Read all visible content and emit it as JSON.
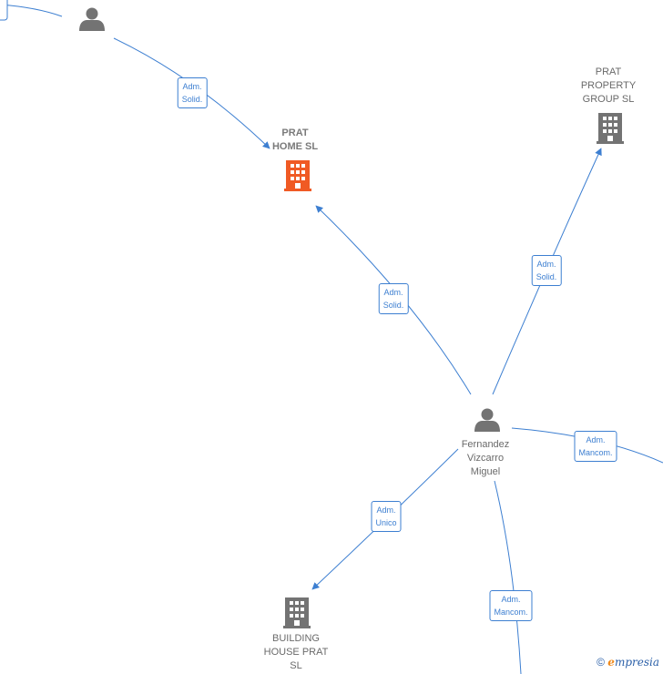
{
  "colors": {
    "edge": "#3d7fd1",
    "focus_building": "#f05a24",
    "building": "#737373",
    "person": "#737373"
  },
  "nodes": {
    "prat_home": {
      "label": "PRAT\nHOME  SL",
      "icon": "building-icon"
    },
    "prat_property": {
      "label": "PRAT\nPROPERTY\nGROUP  SL",
      "icon": "building-icon"
    },
    "building_house": {
      "label": "BUILDING\nHOUSE PRAT\nSL",
      "icon": "building-icon"
    },
    "fernandez": {
      "label": "Fernandez\nVizcarro\nMiguel",
      "icon": "person-icon"
    },
    "top_person": {
      "label": "",
      "icon": "person-icon"
    }
  },
  "edges": {
    "top_to_home": "Adm.\nSolid.",
    "fern_to_home": "Adm.\nSolid.",
    "fern_to_property": "Adm.\nSolid.",
    "fern_right": "Adm.\nMancom.",
    "fern_to_building": "Adm.\nUnico",
    "fern_bottom": "Adm.\nMancom."
  },
  "copyright": {
    "symbol": "©",
    "brand_first": "e",
    "brand_rest": "mpresia"
  }
}
